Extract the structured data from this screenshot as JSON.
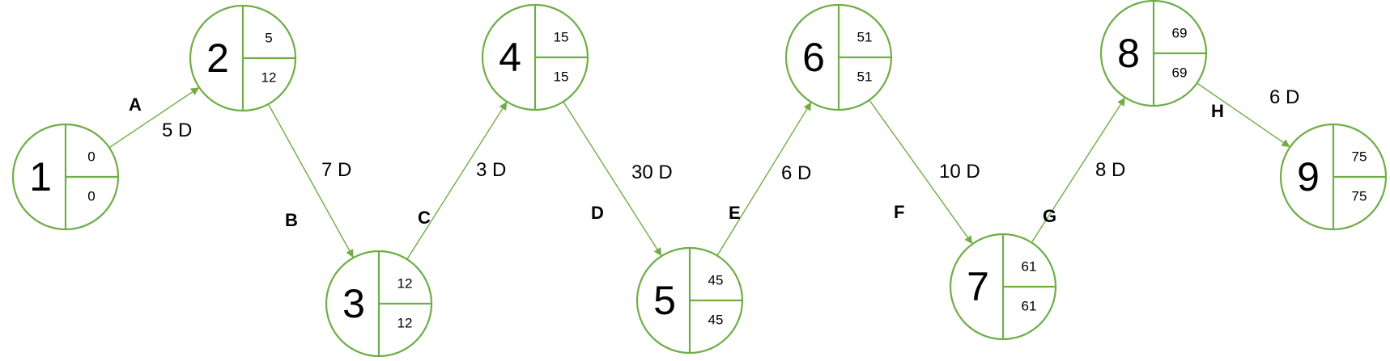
{
  "colors": {
    "stroke": "#70ad47",
    "text": "#000000",
    "background": "#ffffff"
  },
  "nodes": [
    {
      "id": "1",
      "early": "0",
      "late": "0"
    },
    {
      "id": "2",
      "early": "5",
      "late": "12"
    },
    {
      "id": "3",
      "early": "12",
      "late": "12"
    },
    {
      "id": "4",
      "early": "15",
      "late": "15"
    },
    {
      "id": "5",
      "early": "45",
      "late": "45"
    },
    {
      "id": "6",
      "early": "51",
      "late": "51"
    },
    {
      "id": "7",
      "early": "61",
      "late": "61"
    },
    {
      "id": "8",
      "early": "69",
      "late": "69"
    },
    {
      "id": "9",
      "early": "75",
      "late": "75"
    }
  ],
  "edges": [
    {
      "from": "1",
      "to": "2",
      "activity": "A",
      "duration": "5 D"
    },
    {
      "from": "2",
      "to": "3",
      "activity": "B",
      "duration": "7 D"
    },
    {
      "from": "3",
      "to": "4",
      "activity": "C",
      "duration": "3 D"
    },
    {
      "from": "4",
      "to": "5",
      "activity": "D",
      "duration": "30 D"
    },
    {
      "from": "5",
      "to": "6",
      "activity": "E",
      "duration": "6 D"
    },
    {
      "from": "6",
      "to": "7",
      "activity": "F",
      "duration": "10 D"
    },
    {
      "from": "7",
      "to": "8",
      "activity": "G",
      "duration": "8 D"
    },
    {
      "from": "8",
      "to": "9",
      "activity": "H",
      "duration": "6 D"
    }
  ]
}
